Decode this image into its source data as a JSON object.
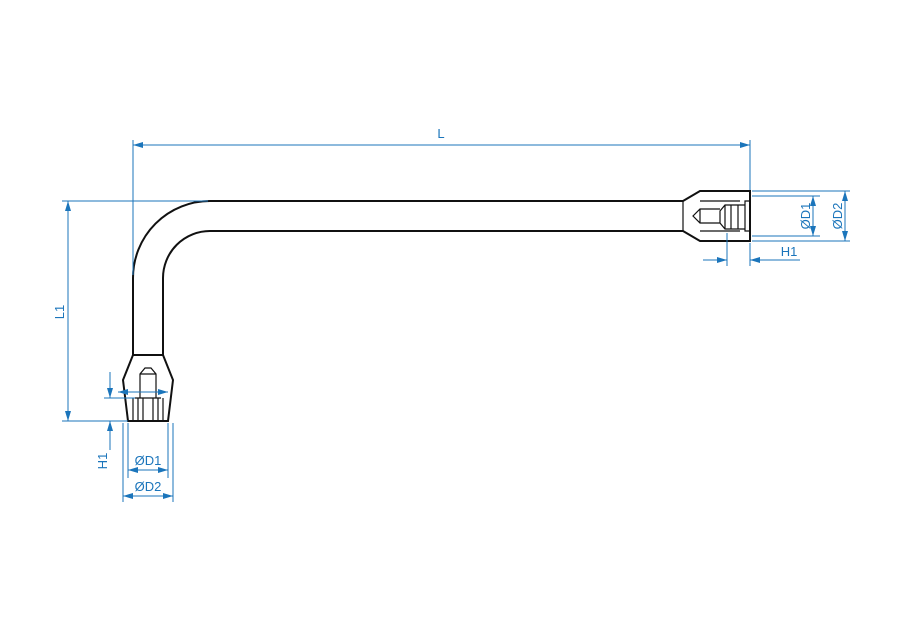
{
  "title": "L-shaped socket wrench dimension drawing",
  "colors": {
    "dimension": "#1b75bb",
    "outline": "#111111"
  },
  "labels": {
    "length": "L",
    "leg_length": "L1",
    "right_d1": "ØD1",
    "right_d2": "ØD2",
    "right_h1": "H1",
    "left_d1": "ØD1",
    "left_d2": "ØD2",
    "left_h1": "H1"
  }
}
